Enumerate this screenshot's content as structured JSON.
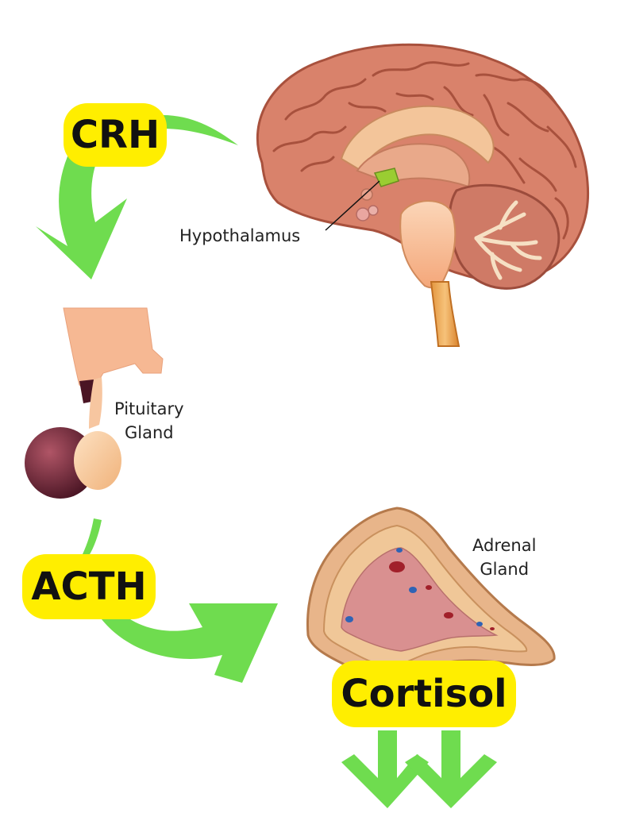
{
  "hormones": {
    "crh": "CRH",
    "acth": "ACTH",
    "cortisol": "Cortisol"
  },
  "organs": {
    "hypothalamus": "Hypothalamus",
    "pituitary_line1": "Pituitary",
    "pituitary_line2": "Gland",
    "adrenal_line1": "Adrenal",
    "adrenal_line2": "Gland"
  },
  "colors": {
    "arrow_green": "#6fdc4f",
    "pill_yellow": "#ffee00",
    "brain_pink": "#d9826b",
    "hypothalamus_green": "#9acd32"
  }
}
